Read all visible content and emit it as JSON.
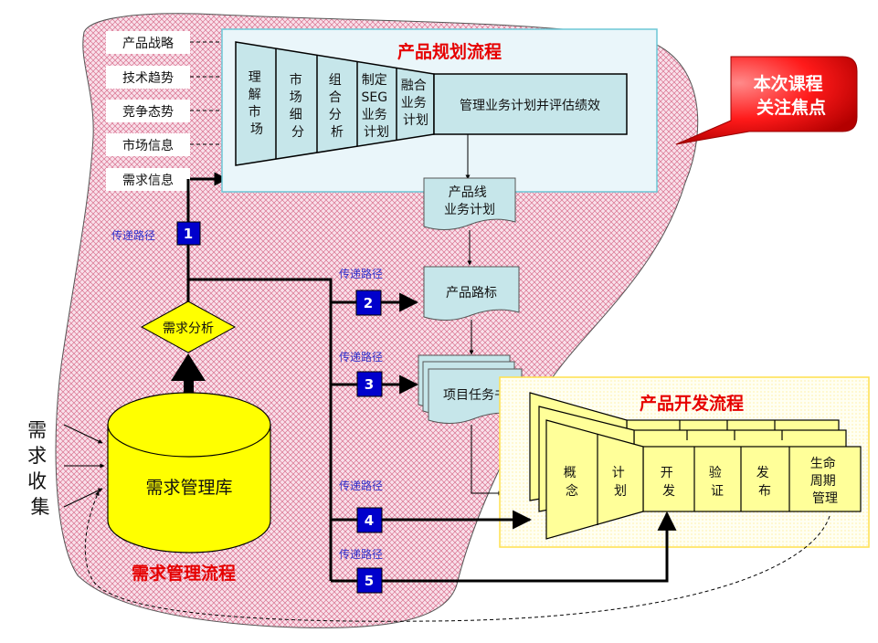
{
  "inputs": [
    "产品战略",
    "技术趋势",
    "竞争态势",
    "市场信息",
    "需求信息"
  ],
  "planning": {
    "title": "产品规划流程",
    "steps": [
      [
        "理",
        "解",
        "市",
        "场"
      ],
      [
        "市",
        "场",
        "细",
        "分"
      ],
      [
        "组",
        "合",
        "分",
        "析"
      ],
      [
        "制定",
        "SEG",
        "业务",
        "计划"
      ],
      [
        "融合",
        "业务",
        "计划"
      ]
    ],
    "final_step": "管理业务计划并评估绩效"
  },
  "callout": {
    "line1": "本次课程",
    "line2": "关注焦点"
  },
  "documents": {
    "plan": [
      "产品线",
      "业务计划"
    ],
    "roadmap": "产品路标",
    "charter": "项目任务书"
  },
  "path_label": "传递路径",
  "paths": [
    "1",
    "2",
    "3",
    "4",
    "5"
  ],
  "analysis": "需求分析",
  "collect": [
    "需",
    "求",
    "收",
    "集"
  ],
  "database": "需求管理库",
  "req_process": "需求管理流程",
  "development": {
    "title": "产品开发流程",
    "funnel": [
      [
        "概",
        "念"
      ],
      [
        "计",
        "划"
      ]
    ],
    "phases": [
      [
        "开",
        "发"
      ],
      [
        "验",
        "证"
      ],
      [
        "发",
        "布"
      ],
      [
        "生命",
        "周期",
        "管理"
      ]
    ]
  }
}
